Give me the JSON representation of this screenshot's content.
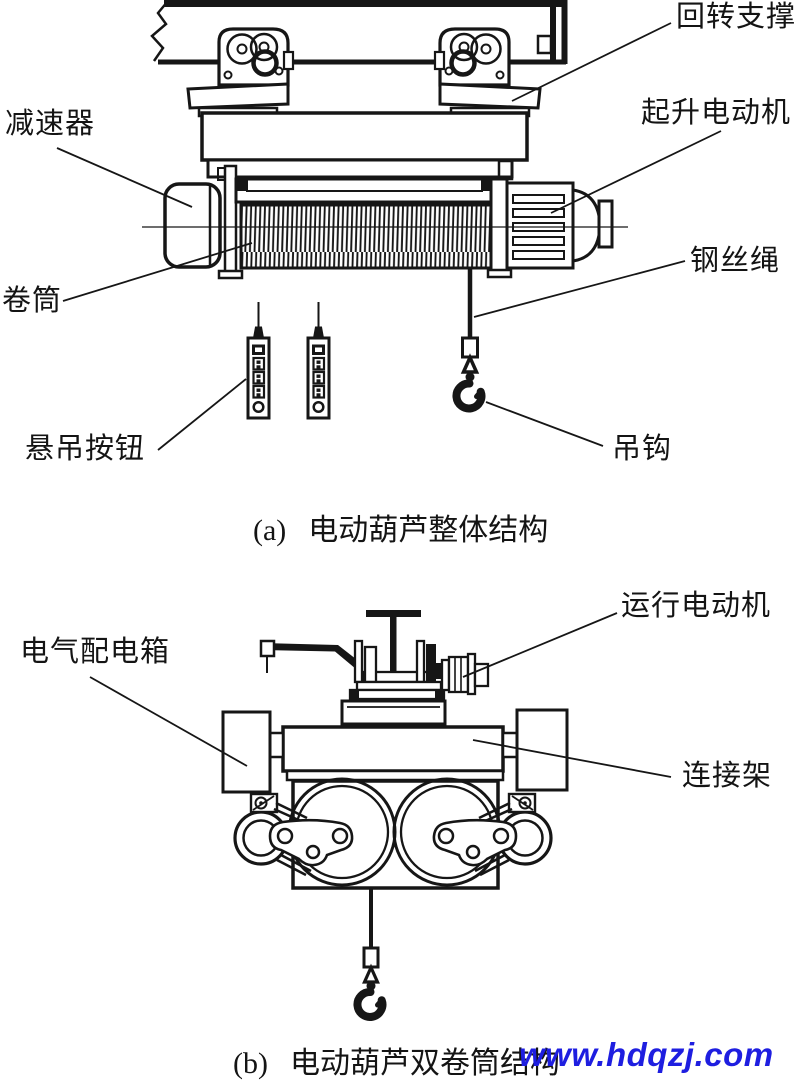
{
  "page": {
    "background_color": "#ffffff",
    "line_color": "#161616"
  },
  "figure_a": {
    "caption_prefix": "(a)",
    "caption_title": "电动葫芦整体结构",
    "labels": {
      "slewing_support": "回转支撑",
      "reducer": "减速器",
      "hoisting_motor": "起升电动机",
      "drum": "卷筒",
      "wire_rope": "钢丝绳",
      "pendant_button": "悬吊按钮",
      "hook": "吊钩"
    }
  },
  "figure_b": {
    "caption_prefix": "(b)",
    "caption_title": "电动葫芦双卷筒结构",
    "labels": {
      "travel_motor": "运行电动机",
      "electric_distribution_box": "电气配电箱",
      "connecting_frame": "连接架"
    }
  },
  "watermark": {
    "text": "www.hdqzj.com",
    "color": "#1e1ee0"
  }
}
